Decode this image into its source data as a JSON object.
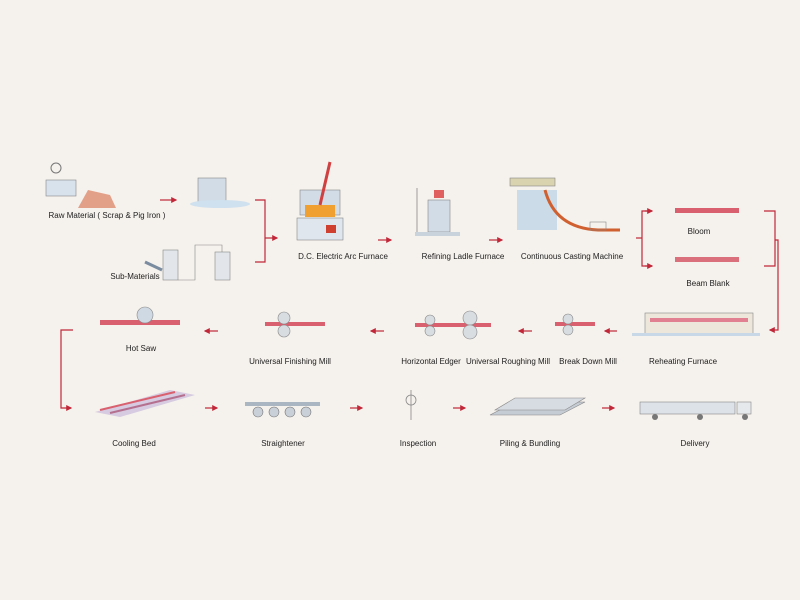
{
  "colors": {
    "background": "#f5f1ec",
    "arrow": "#c0283a",
    "steel_hot": "#d9606e",
    "equipment": "#c9d6e3"
  },
  "steps": {
    "raw_material": "Raw Material ( Scrap & Pig Iron )",
    "sub_materials": "Sub-Materials",
    "eaf": "D.C. Electric Arc Furnace",
    "ladle": "Refining Ladle Furnace",
    "casting": "Continuous Casting Machine",
    "bloom": "Bloom",
    "beam_blank": "Beam Blank",
    "reheating": "Reheating Furnace",
    "break_down": "Break Down Mill",
    "roughing": "Universal Roughing Mill",
    "edger": "Horizontal Edger",
    "finishing": "Universal Finishing Mill",
    "hot_saw": "Hot Saw",
    "cooling_bed": "Cooling Bed",
    "straightener": "Straightener",
    "inspection": "Inspection",
    "piling": "Piling & Bundling",
    "delivery": "Delivery"
  }
}
